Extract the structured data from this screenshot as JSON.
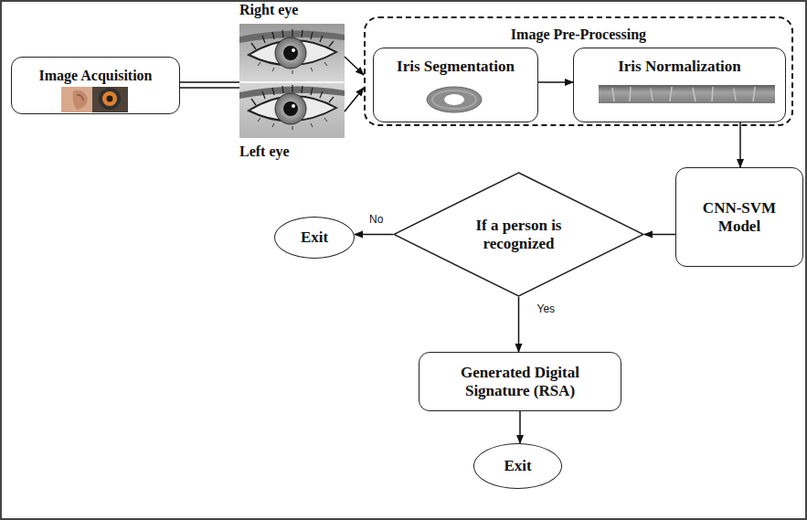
{
  "diagram": {
    "nodes": [
      {
        "text": [
          "Image Acquisition"
        ]
      },
      {
        "text": [
          "Right eye"
        ]
      },
      {
        "text": [
          "Left eye"
        ]
      },
      {
        "text": [
          "Image Pre-Processing"
        ]
      },
      {
        "text": [
          "Iris Segmentation"
        ],
        "in": 3
      },
      {
        "text": [
          "Iris Normalization"
        ],
        "in": 3
      },
      {
        "text": [
          "CNN-SVM Model"
        ]
      },
      {
        "text": [
          "If a person is recognized"
        ]
      },
      {
        "text": [
          "Exit"
        ]
      },
      {
        "text": [
          "Generated Digital Signature (RSA)"
        ]
      },
      {
        "text": [
          "Exit"
        ]
      }
    ],
    "edges": [
      {
        "from": 0,
        "to": 1,
        "arrow": "none"
      },
      {
        "from": 0,
        "to": 2,
        "arrow": "none"
      },
      {
        "from": 1,
        "to": 3,
        "arrow": "to"
      },
      {
        "from": 2,
        "to": 3,
        "arrow": "to"
      },
      {
        "from": 4,
        "to": 5,
        "arrow": "to"
      },
      {
        "from": 5,
        "to": 6,
        "arrow": "to"
      },
      {
        "from": 6,
        "to": 7,
        "arrow": "to"
      },
      {
        "from": 7,
        "to": 8,
        "arrow": "to",
        "label": "No"
      },
      {
        "from": 7,
        "to": 9,
        "arrow": "to",
        "label": "Yes"
      },
      {
        "from": 9,
        "to": 10,
        "arrow": "to"
      }
    ]
  }
}
